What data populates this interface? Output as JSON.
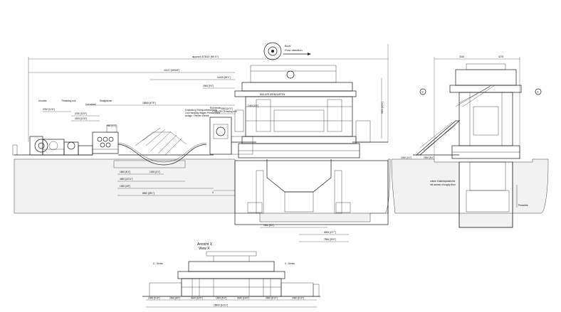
{
  "labels": {
    "flow_top": "BLW",
    "flow_dir": "Flow direction",
    "view_title_de": "Ansicht X",
    "view_title_en": "View X",
    "brand": "MÜLLER WEINGARTEN",
    "section_a": "A",
    "section_b": "B",
    "presslinie": "Presslinie",
    "uncoiler": "Uncoiler",
    "threading_unit": "Threading unit",
    "coil_wheel": "Coil wheel",
    "straightener": "Straightener",
    "processing_note_1": "Einstellung Transportbewegung",
    "processing_note_2": "Coil-Handling Wagen Presse/Feed",
    "processing_note_3": "Anlage / Feeder Einheit",
    "feeder": "Roll feeder",
    "feeding_unit": "Feeding unit",
    "x_mark": "X",
    "foundation_note_1": "untere Zufahrtsplatzhöhe",
    "foundation_note_2": "mit access of supply floor",
    "x_left": "X - Series",
    "x_right": "X - Series"
  },
  "dims": {
    "overall": "approx 87810 (fill 0\")",
    "d1": "33127 [1896'8\"]",
    "d2": "14435 [39'4\"]",
    "d3": "18865 [47'8\"]",
    "d4": "2960 [9'4\"]",
    "d5": "3750 [12'6\"]",
    "d6": "4780 [16'0\"]",
    "d7": "3525 [10'8\"]",
    "d8": "2785 [9'0\"]",
    "d9": "960 [3'1\"]",
    "d10": "4260 [14'0\"]",
    "d11": "2744 [9'0\"]",
    "d12": "5630 [18'4\"]",
    "d13": "1000 [3'3\"]",
    "d14": "1020 [3'4\"]",
    "b1": "1865 [6'1\"]",
    "b2": "4850 [15'11\"]",
    "b3": "1265 [4'1\"]",
    "b4": "8560 [28'1\"]",
    "b5": "1360 [4'5\"]",
    "b6": "9680 [31'9\"]",
    "b7": "1840 [6'0\"]",
    "b8": "1995 [6'6\"]",
    "b9": "6895 [22'7\"]",
    "b10": "7855 [25'9\"]",
    "r1": "3315",
    "r2": "4275",
    "r3": "1260 [4'1\"]",
    "r4": "2550 [8'4\"]",
    "v1": "2080 [6'10\"]",
    "v2": "2590 [8'6\"]",
    "v3": "5640 [18'6\"]",
    "v4": "1600 [5'3\"]",
    "v5": "5640 [18'6\"]",
    "v6": "2690 [8'10\"]",
    "v7": "2080 [6'10\"]",
    "v8": "18890 [61'11\"]",
    "h1": "5825 [19'1\"]",
    "h2": "3420 [11'2\"]"
  }
}
